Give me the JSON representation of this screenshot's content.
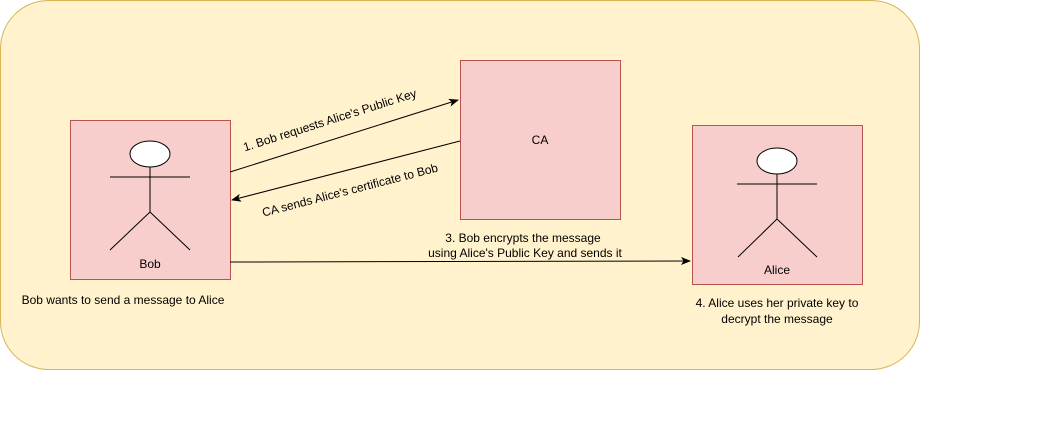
{
  "colors": {
    "container_fill": "#FFF2CC",
    "container_stroke": "#D6B656",
    "node_fill": "#F8CECC",
    "node_stroke": "#B85450",
    "line": "#000000"
  },
  "nodes": {
    "bob": {
      "label": "Bob",
      "icon": "actor-icon"
    },
    "ca": {
      "label": "CA"
    },
    "alice": {
      "label": "Alice",
      "icon": "actor-icon"
    }
  },
  "edges": {
    "step1": {
      "from": "bob",
      "to": "ca",
      "label": "1. Bob requests Alice's Public Key"
    },
    "step2": {
      "from": "ca",
      "to": "bob",
      "label": "CA sends Alice's certificate to Bob"
    },
    "step3": {
      "from": "bob",
      "to": "alice",
      "label_line1": "3. Bob encrypts the message",
      "label_line2": "using Alice's Public Key and sends it"
    }
  },
  "notes": {
    "bob": "Bob wants to send a message to Alice",
    "alice_line1": "4. Alice uses her private key to",
    "alice_line2": "decrypt the message"
  }
}
